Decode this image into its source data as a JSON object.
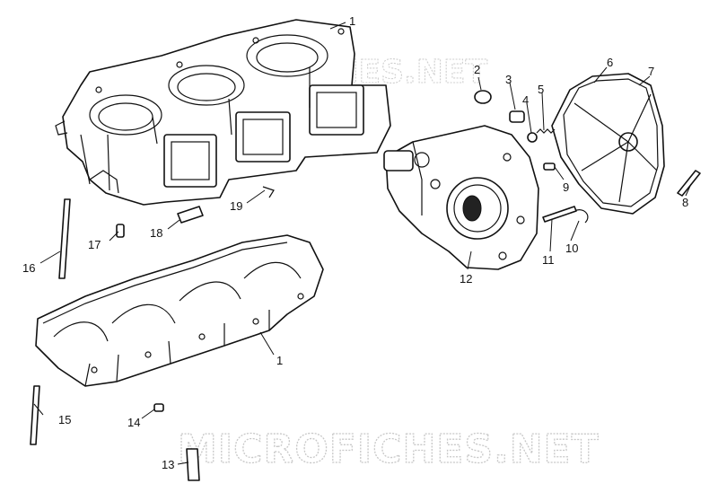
{
  "watermarks": {
    "bottom": "MICROFICHES.NET",
    "top": "FICHES.NET"
  },
  "callouts": {
    "upper_crankcase": "1",
    "lower_crankcase": "1",
    "plug_2": "2",
    "plug_3": "3",
    "part_4": "4",
    "spring_5": "5",
    "gasket_6": "6",
    "cover_7": "7",
    "bolt_8": "8",
    "pin_9": "9",
    "clip_10": "10",
    "bolt_11": "11",
    "seal_12": "12",
    "bolt_13": "13",
    "pin_14": "14",
    "stud_15": "15",
    "stud_16": "16",
    "pin_17": "17",
    "fitting_18": "18",
    "clip_19": "19"
  }
}
